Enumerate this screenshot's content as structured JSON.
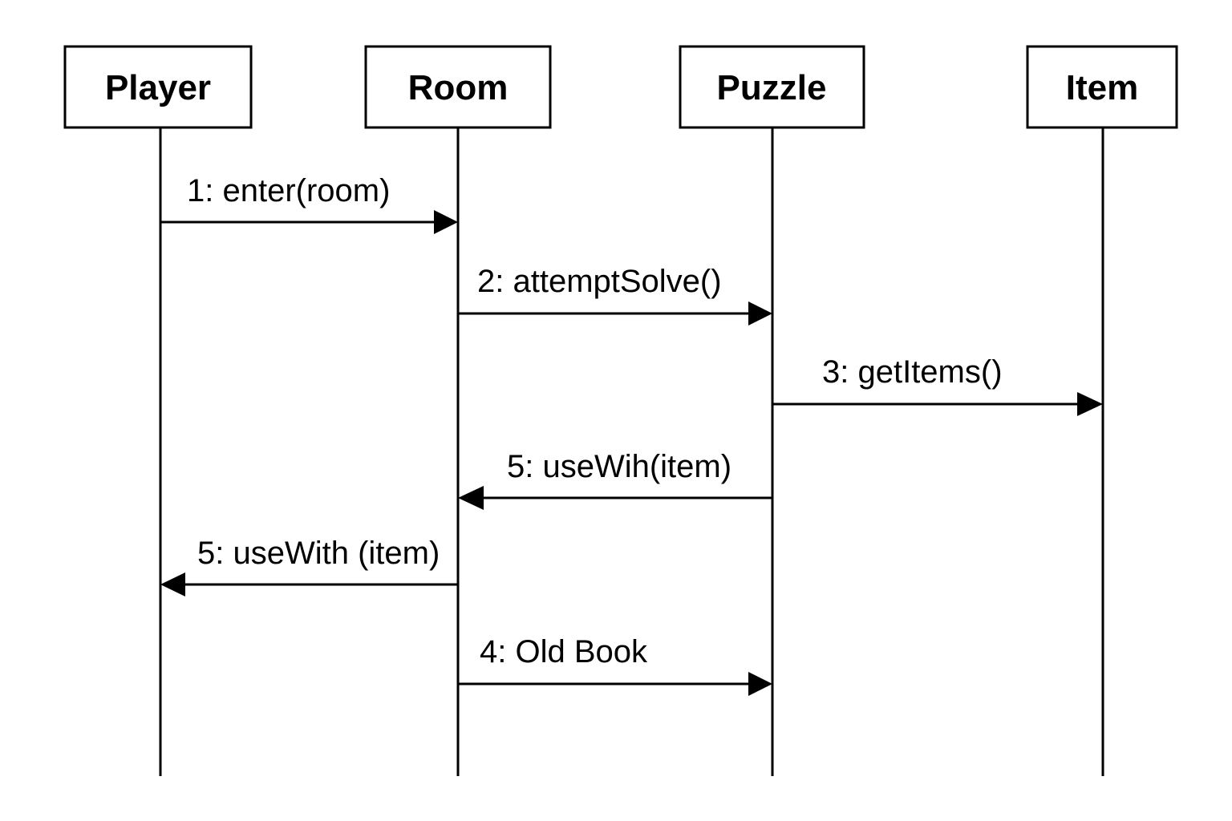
{
  "participants": [
    {
      "id": "player",
      "label": "Player"
    },
    {
      "id": "room",
      "label": "Room"
    },
    {
      "id": "puzzle",
      "label": "Puzzle"
    },
    {
      "id": "item",
      "label": "Item"
    }
  ],
  "messages": [
    {
      "id": "msg-enter",
      "label": "1: enter(room)",
      "from": "player",
      "to": "room"
    },
    {
      "id": "msg-attempt-solve",
      "label": "2: attemptSolve()",
      "from": "room",
      "to": "puzzle"
    },
    {
      "id": "msg-get-items",
      "label": "3: getItems()",
      "from": "puzzle",
      "to": "item"
    },
    {
      "id": "msg-use-wih",
      "label": "5: useWih(item)",
      "from": "puzzle",
      "to": "room"
    },
    {
      "id": "msg-use-with",
      "label": "5: useWith (item)",
      "from": "room",
      "to": "player"
    },
    {
      "id": "msg-old-book",
      "label": "4: Old Book",
      "from": "room",
      "to": "puzzle"
    }
  ]
}
